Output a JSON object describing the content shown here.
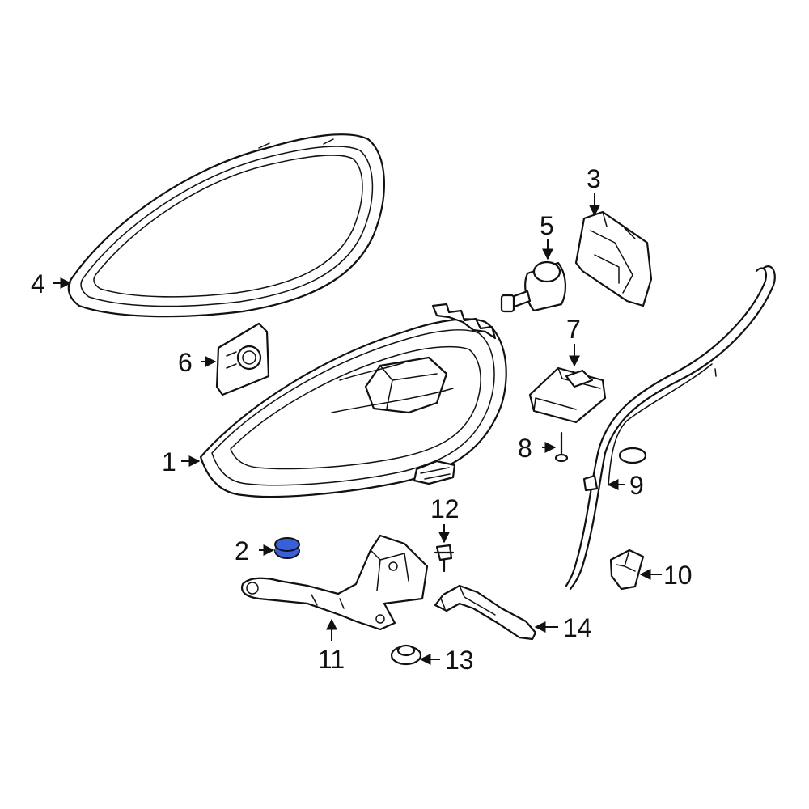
{
  "diagram": {
    "callouts": {
      "p1": "1",
      "p2": "2",
      "p3": "3",
      "p4": "4",
      "p5": "5",
      "p6": "6",
      "p7": "7",
      "p8": "8",
      "p9": "9",
      "p10": "10",
      "p11": "11",
      "p12": "12",
      "p13": "13",
      "p14": "14"
    },
    "highlight_part": "2",
    "colors": {
      "highlight": "#3b5fd9",
      "line": "#111111",
      "background": "#ffffff"
    }
  }
}
